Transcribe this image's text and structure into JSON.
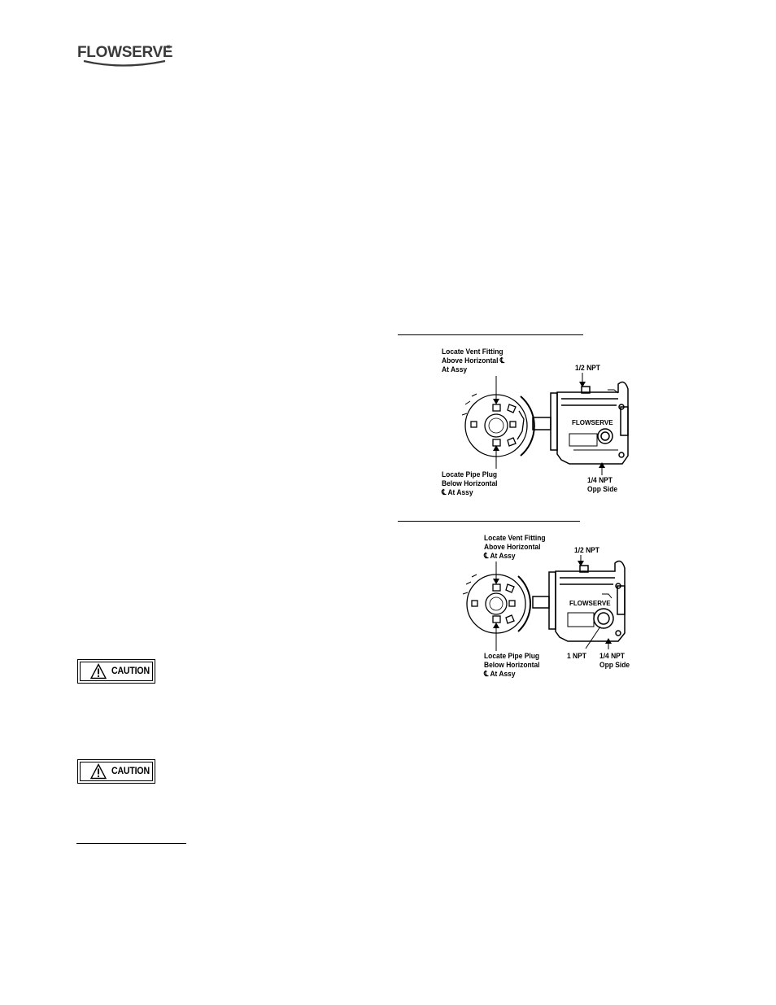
{
  "header": {
    "logo_text": "FLOWSERVE",
    "logo_registered": "®"
  },
  "figure1": {
    "label_vent": [
      "Locate Vent Fitting",
      "Above Horizontal ℄",
      "At Assy"
    ],
    "label_half_npt": "1/2 NPT",
    "label_plug": [
      "Locate Pipe Plug",
      "Below Horizontal",
      "℄ At Assy"
    ],
    "label_quarter_npt": [
      "1/4 NPT",
      "Opp Side"
    ],
    "pump_brand": "FLOWSERVE"
  },
  "figure2": {
    "label_vent": [
      "Locate Vent Fitting",
      "Above Horizontal",
      "℄ At Assy"
    ],
    "label_half_npt": "1/2 NPT",
    "label_plug": [
      "Locate Pipe Plug",
      "Below Horizontal",
      "℄ At Assy"
    ],
    "label_one_npt": "1 NPT",
    "label_quarter_npt": [
      "1/4 NPT",
      "Opp Side"
    ],
    "pump_brand": "FLOWSERVE"
  },
  "cautions": [
    {
      "label": "CAUTION"
    },
    {
      "label": "CAUTION"
    }
  ]
}
